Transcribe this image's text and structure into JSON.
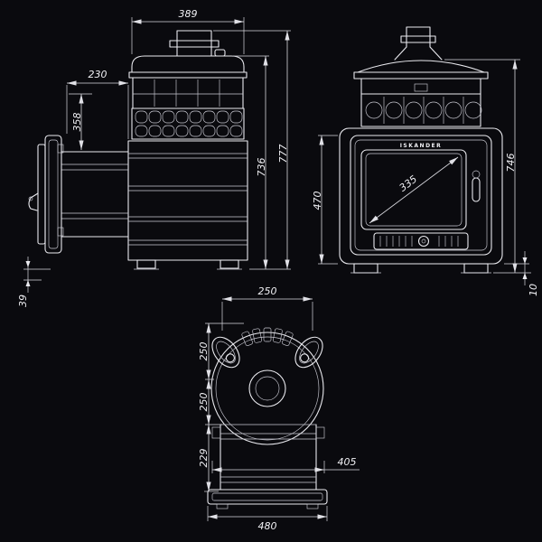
{
  "brand": "ISKANDER",
  "colors": {
    "background": "#0a0a0e",
    "line": "#e9e9ee"
  },
  "dims": {
    "side_top_width": "389",
    "tunnel_depth": "230",
    "tunnel_height": "358",
    "body_height": "736",
    "overall_height": "777",
    "base_height": "39",
    "door_panel_height": "470",
    "front_height": "746",
    "glass_diagonal": "335",
    "foot_height": "10",
    "top_width": "250",
    "top_depth_front": "250",
    "top_depth_rear": "250",
    "top_base_depth": "229",
    "base_width": "405",
    "overall_width": "480"
  }
}
